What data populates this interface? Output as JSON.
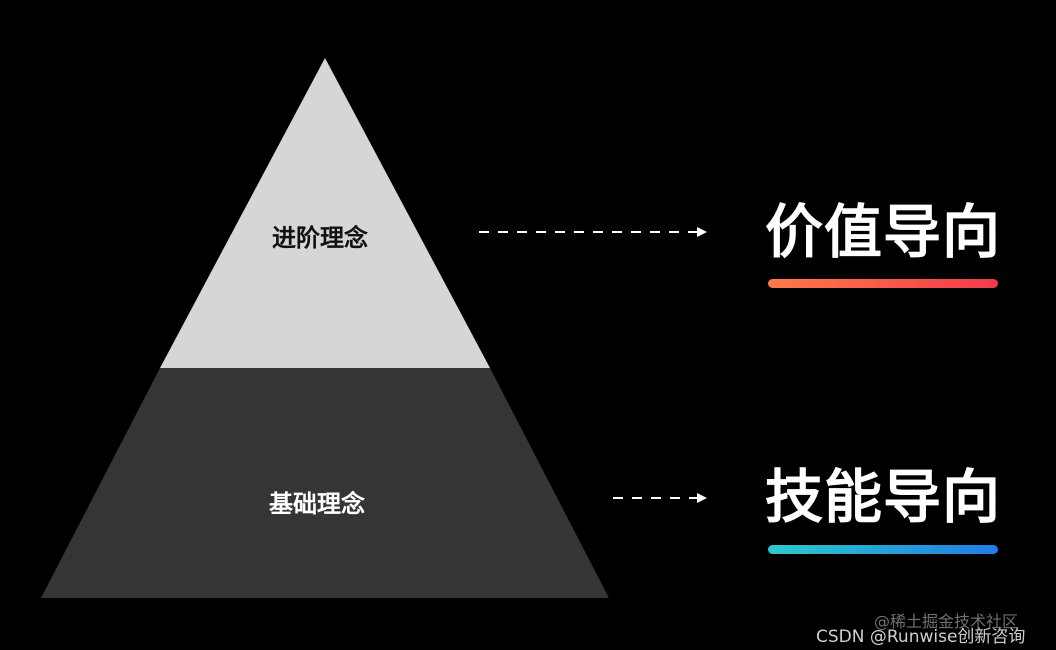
{
  "pyramid": {
    "top_tier_label": "进阶理念",
    "bottom_tier_label": "基础理念"
  },
  "outcomes": {
    "top_heading": "价值导向",
    "bottom_heading": "技能导向"
  },
  "colors": {
    "background": "#000000",
    "top_tier_fill": "#d6d6d6",
    "bottom_tier_fill": "#353535",
    "top_underline_gradient": [
      "#ff7a4a",
      "#f23a4c"
    ],
    "bottom_underline_gradient": [
      "#2ec9c9",
      "#1f7de6"
    ]
  },
  "watermarks": {
    "back_text": "@稀土掘金技术社区",
    "front_text": "CSDN @Runwise创新咨询"
  }
}
